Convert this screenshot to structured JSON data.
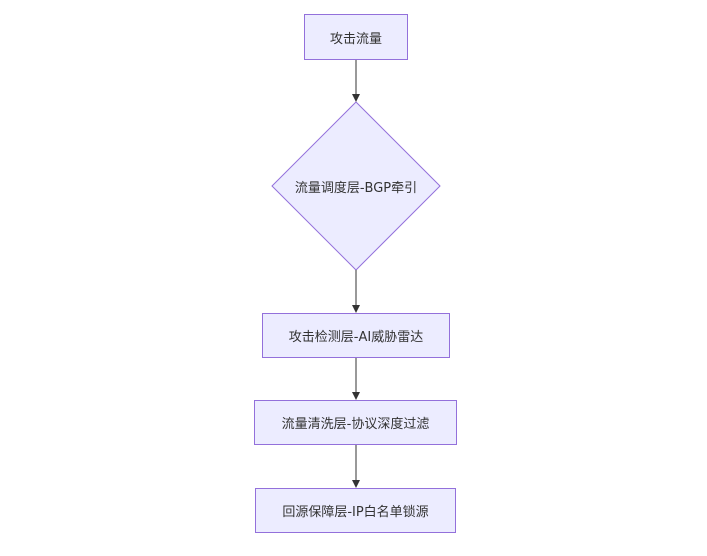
{
  "nodes": {
    "attack_traffic": "攻击流量",
    "scheduling_layer": "流量调度层-BGP牵引",
    "detection_layer": "攻击检测层-AI威胁雷达",
    "cleaning_layer": "流量清洗层-协议深度过滤",
    "origin_protection_layer": "回源保障层-IP白名单锁源"
  },
  "colors": {
    "node_fill": "#ECECFF",
    "node_border": "#9370DB",
    "edge": "#333333",
    "text": "#333333"
  }
}
